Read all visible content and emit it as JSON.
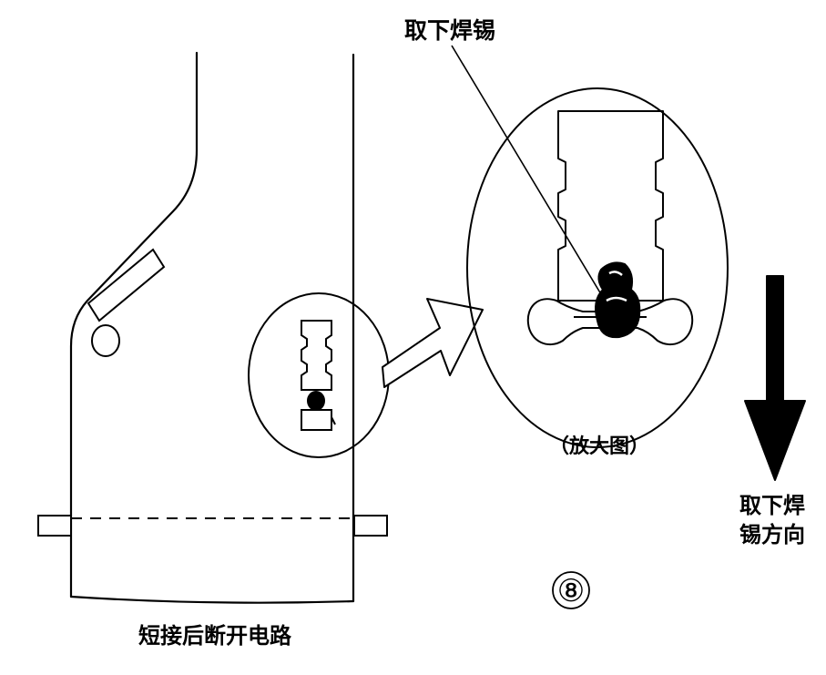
{
  "labels": {
    "remove_solder_top": "取下焊锡",
    "magnified_view": "（放大图）",
    "remove_solder_direction_line1": "取下焊",
    "remove_solder_direction_line2": "锡方向",
    "step_number": "⑧",
    "caption": "短接后断开电路"
  },
  "colors": {
    "ink": "#000000",
    "paper": "#ffffff"
  }
}
